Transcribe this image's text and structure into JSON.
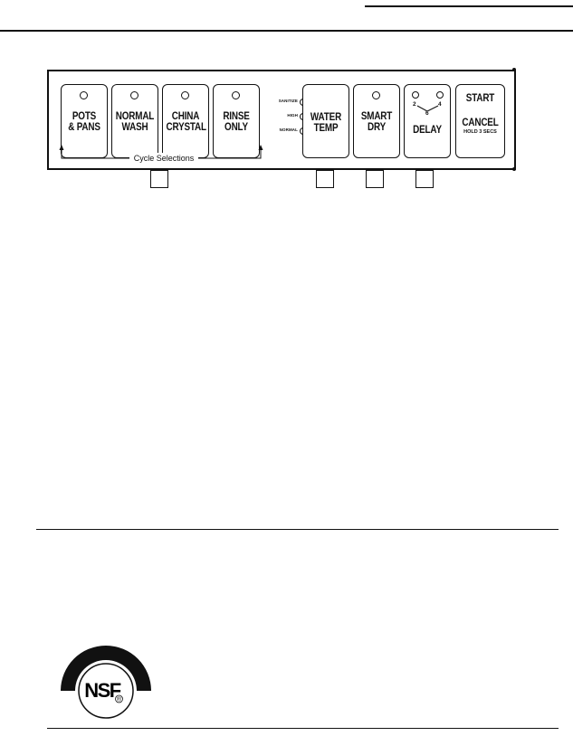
{
  "panel": {
    "cycle_buttons": [
      {
        "line1": "POTS",
        "line2": "& PANS"
      },
      {
        "line1": "NORMAL",
        "line2": "WASH"
      },
      {
        "line1": "CHINA",
        "line2": "CRYSTAL"
      },
      {
        "line1": "RINSE",
        "line2": "ONLY"
      }
    ],
    "cycle_selections_label": "Cycle Selections",
    "water_temp": {
      "line1": "WATER",
      "line2": "TEMP",
      "levels": [
        "SANITIZE",
        "HIGH",
        "NORMAL"
      ]
    },
    "smart_dry": {
      "line1": "SMART",
      "line2": "DRY"
    },
    "delay": {
      "label": "DELAY",
      "hours": [
        "2",
        "4",
        "6"
      ]
    },
    "start_cancel": {
      "start": "START",
      "cancel": "CANCEL",
      "hold": "HOLD 3 SECS"
    }
  },
  "logo": {
    "text": "NSF",
    "registered": "®"
  }
}
